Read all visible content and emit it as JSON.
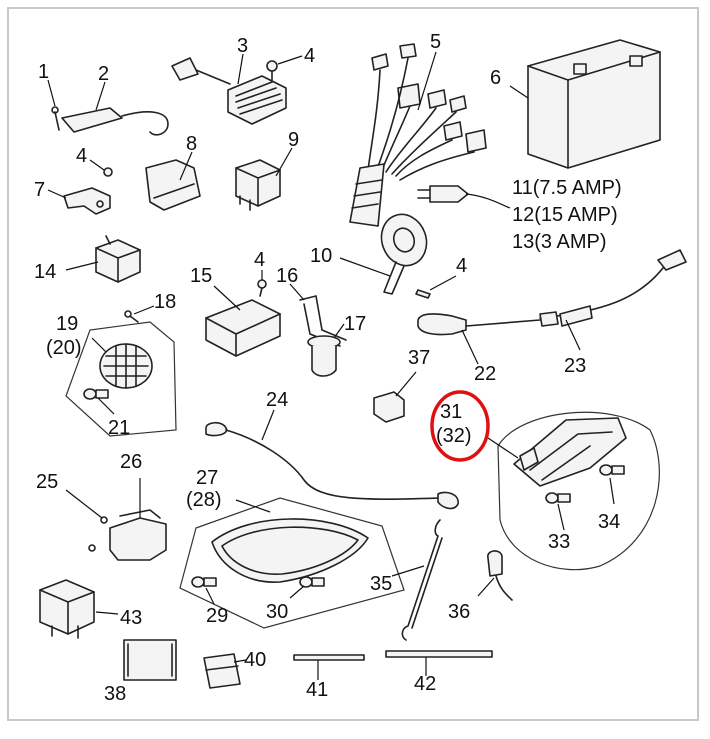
{
  "labels": {
    "p1": "1",
    "p2": "2",
    "p3": "3",
    "p4a": "4",
    "p4b": "4",
    "p4c": "4",
    "p4d": "4",
    "p5": "5",
    "p6": "6",
    "p7": "7",
    "p8": "8",
    "p9": "9",
    "p10": "10",
    "p11": "11(7.5 AMP)",
    "p12": "12(15  AMP)",
    "p13": "13(3    AMP)",
    "p14": "14",
    "p15": "15",
    "p16": "16",
    "p17": "17",
    "p18": "18",
    "p19": "19",
    "p20": "(20)",
    "p21": "21",
    "p22": "22",
    "p23": "23",
    "p24": "24",
    "p25": "25",
    "p26": "26",
    "p27": "27",
    "p28": "(28)",
    "p29": "29",
    "p30": "30",
    "p31": "31",
    "p32": "(32)",
    "p33": "33",
    "p34": "34",
    "p35": "35",
    "p36": "36",
    "p37": "37",
    "p38": "38",
    "p40": "40",
    "p41": "41",
    "p42": "42",
    "p43": "43"
  },
  "highlight": {
    "color": "#e01010"
  }
}
